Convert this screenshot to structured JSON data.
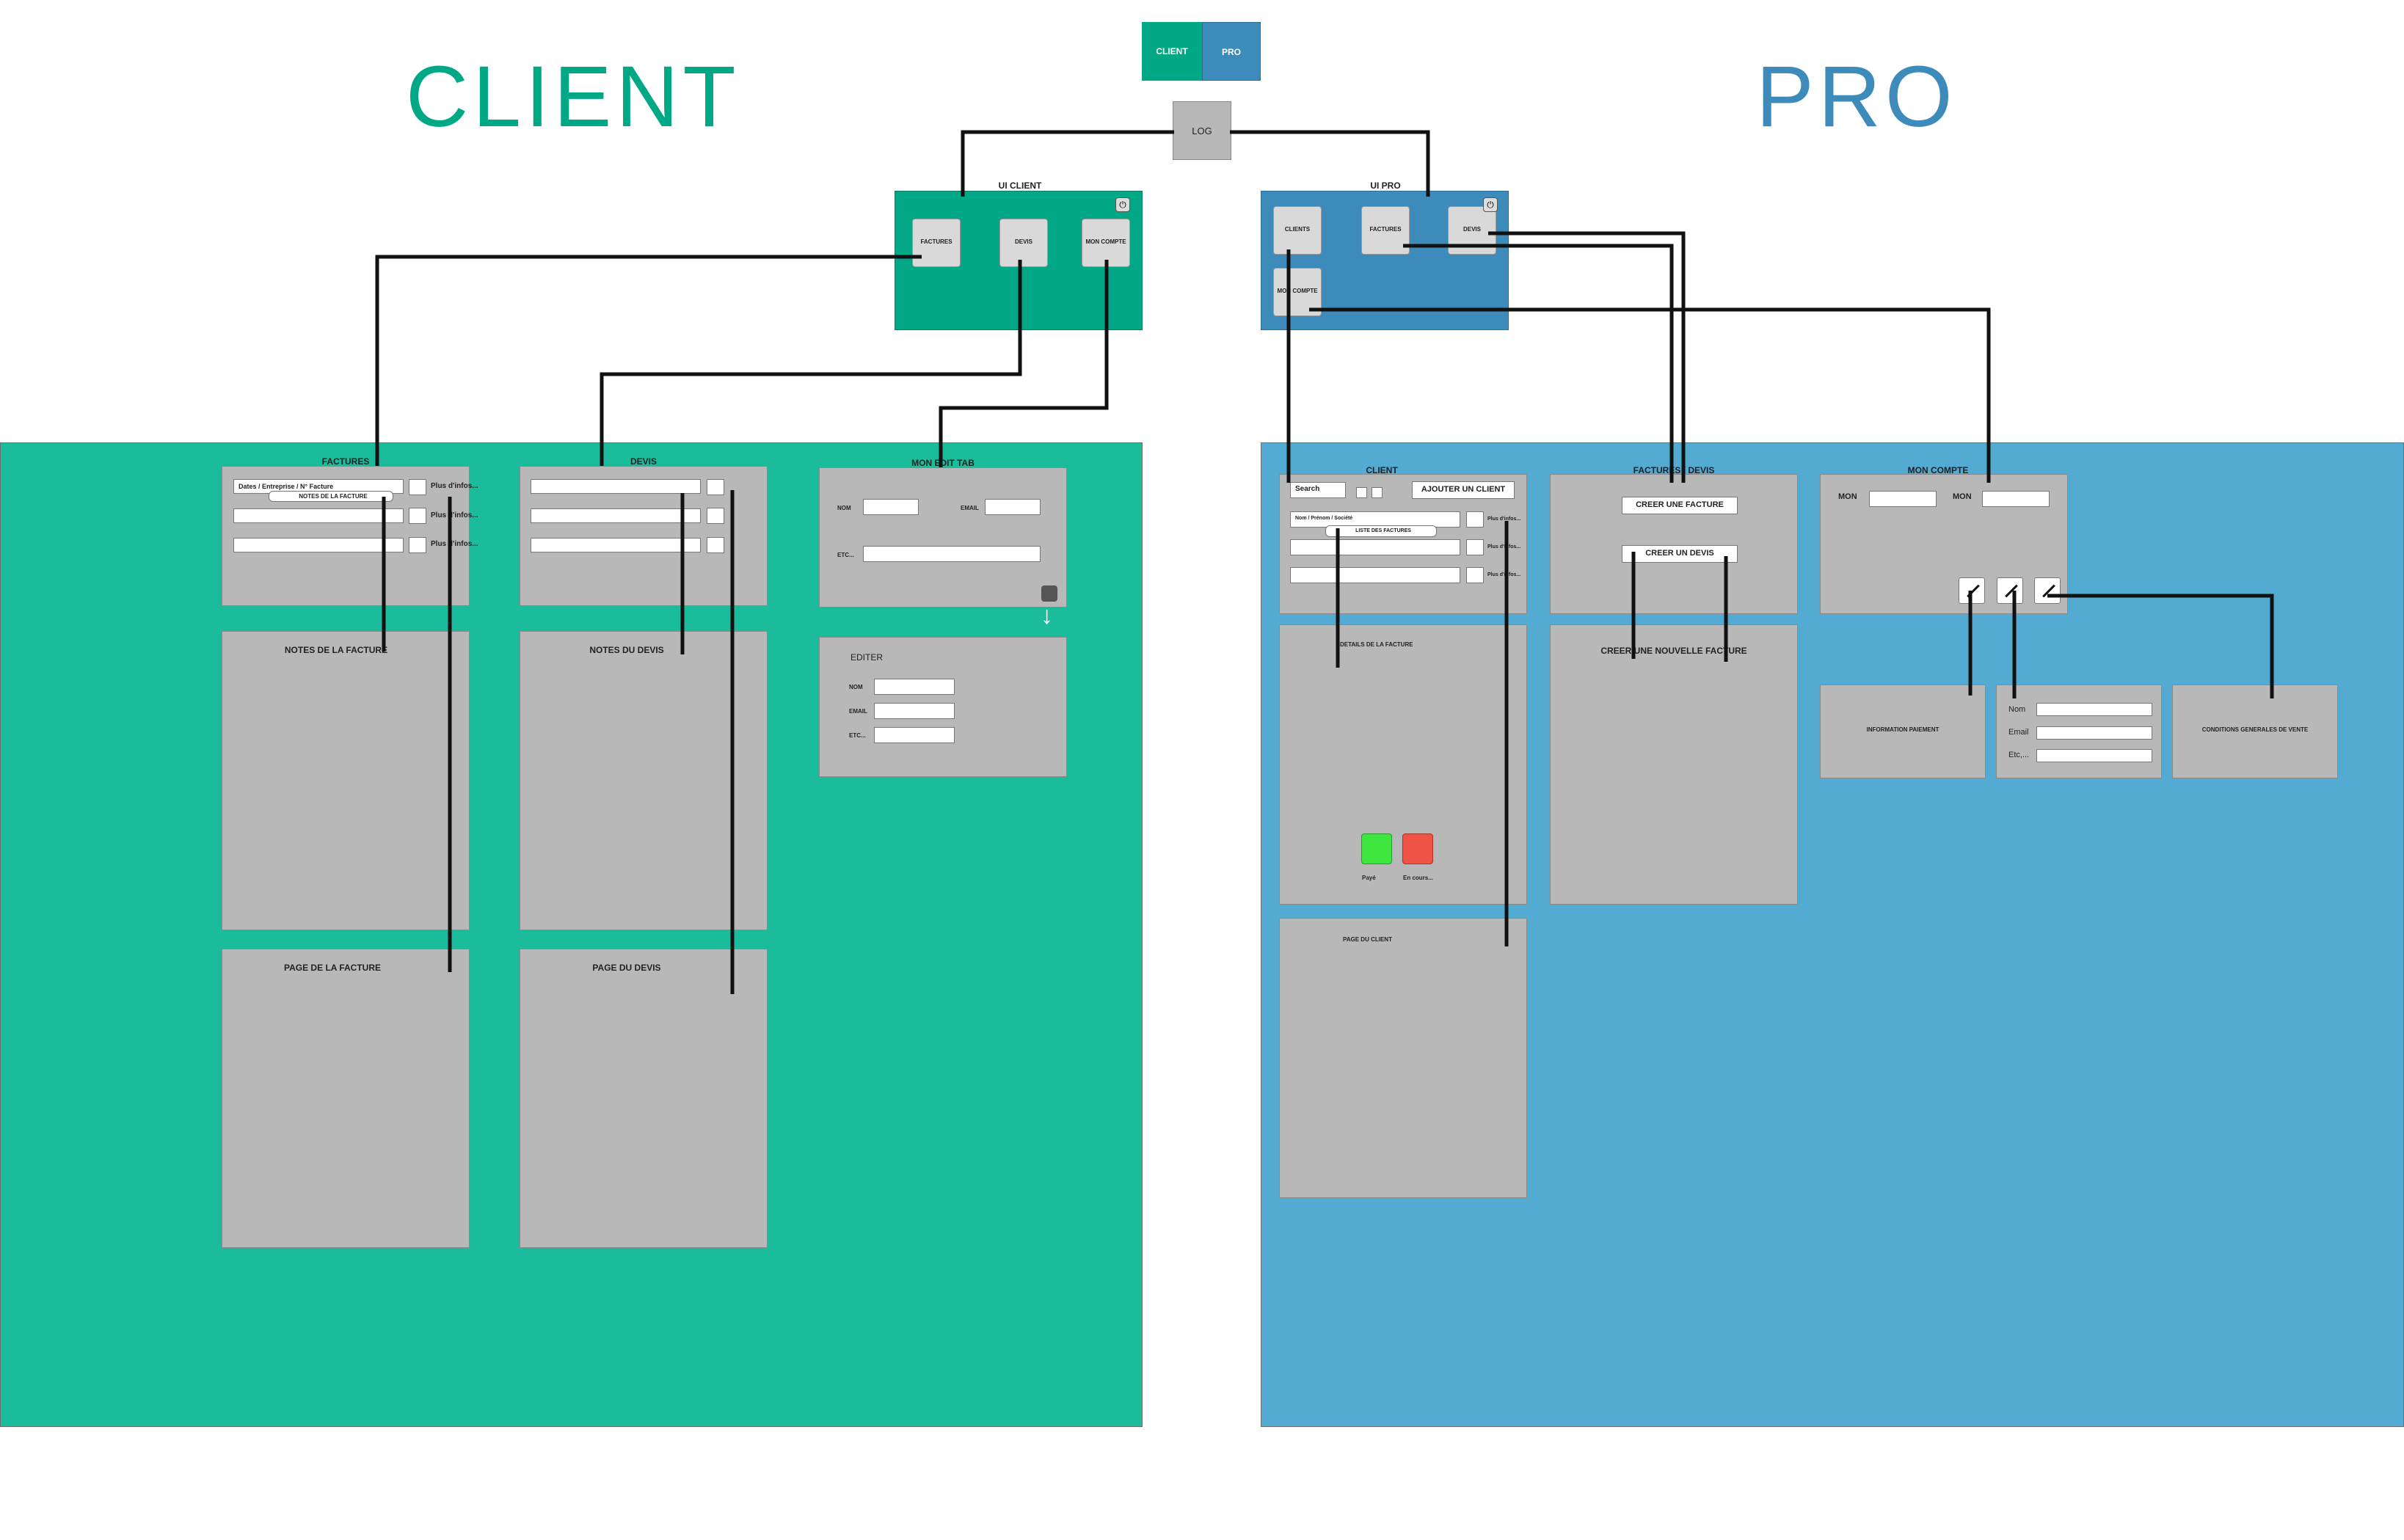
{
  "titles": {
    "client": "CLIENT",
    "pro": "PRO"
  },
  "toggle": {
    "client": "CLIENT",
    "pro": "PRO"
  },
  "log": "LOG",
  "ui_client": {
    "title": "UI CLIENT",
    "tiles": {
      "factures": "FACTURES",
      "devis": "DEVIS",
      "mon_compte": "MON COMPTE"
    }
  },
  "ui_pro": {
    "title": "UI PRO",
    "tiles": {
      "clients": "CLIENTS",
      "factures": "FACTURES",
      "devis": "DEVIS",
      "mon_compte": "MON COMPTE"
    }
  },
  "client_screens": {
    "factures": {
      "title": "FACTURES",
      "row1_value": "Dates / Entreprise / N° Facture",
      "tooltip": "NOTES DE LA FACTURE",
      "more": "Plus d'infos..."
    },
    "devis": {
      "title": "DEVIS"
    },
    "mon_edit_tab": {
      "title": "MON EDIT TAB",
      "nom": "NOM",
      "email": "EMAIL",
      "etc": "ETC..."
    },
    "editer": {
      "title": "EDITER",
      "nom": "NOM",
      "email": "EMAIL",
      "etc": "ETC..."
    },
    "notes_facture": "NOTES DE LA FACTURE",
    "notes_devis": "NOTES DU DEVIS",
    "page_facture": "PAGE DE LA FACTURE",
    "page_devis": "PAGE DU DEVIS"
  },
  "pro_screens": {
    "client": {
      "title": "CLIENT",
      "search": "Search",
      "add_button": "AJOUTER UN CLIENT",
      "row1_value": "Nom / Prénom / Société",
      "tooltip": "LISTE DES FACTURES",
      "more": "Plus d'infos..."
    },
    "factures_devis": {
      "title": "FACTURES / DEVIS",
      "create_facture": "CREER UNE FACTURE",
      "create_devis": "CREER UN DEVIS"
    },
    "mon_compte": {
      "title": "MON COMPTE",
      "mon1": "MON",
      "mon2": "MON"
    },
    "details_facture": {
      "title": "DETAILS DE LA FACTURE",
      "paye": "Payé",
      "en_cours": "En cours..."
    },
    "creer_nouvelle_facture": "CREER UNE NOUVELLE FACTURE",
    "page_client": "PAGE DU CLIENT",
    "info_paiement": "INFORMATION PAIEMENT",
    "identity": {
      "nom": "Nom",
      "email": "Email",
      "etc": "Etc,..."
    },
    "cgv": "CONDITIONS GENERALES DE VENTE"
  },
  "colors": {
    "client_accent": "#00a886",
    "pro_accent": "#3d8bbb",
    "client_region": "#1abc9c",
    "pro_region": "#53abd3",
    "screen": "#b8b8b8",
    "paid_green": "#3fe640",
    "pending_red": "#ee5346"
  }
}
